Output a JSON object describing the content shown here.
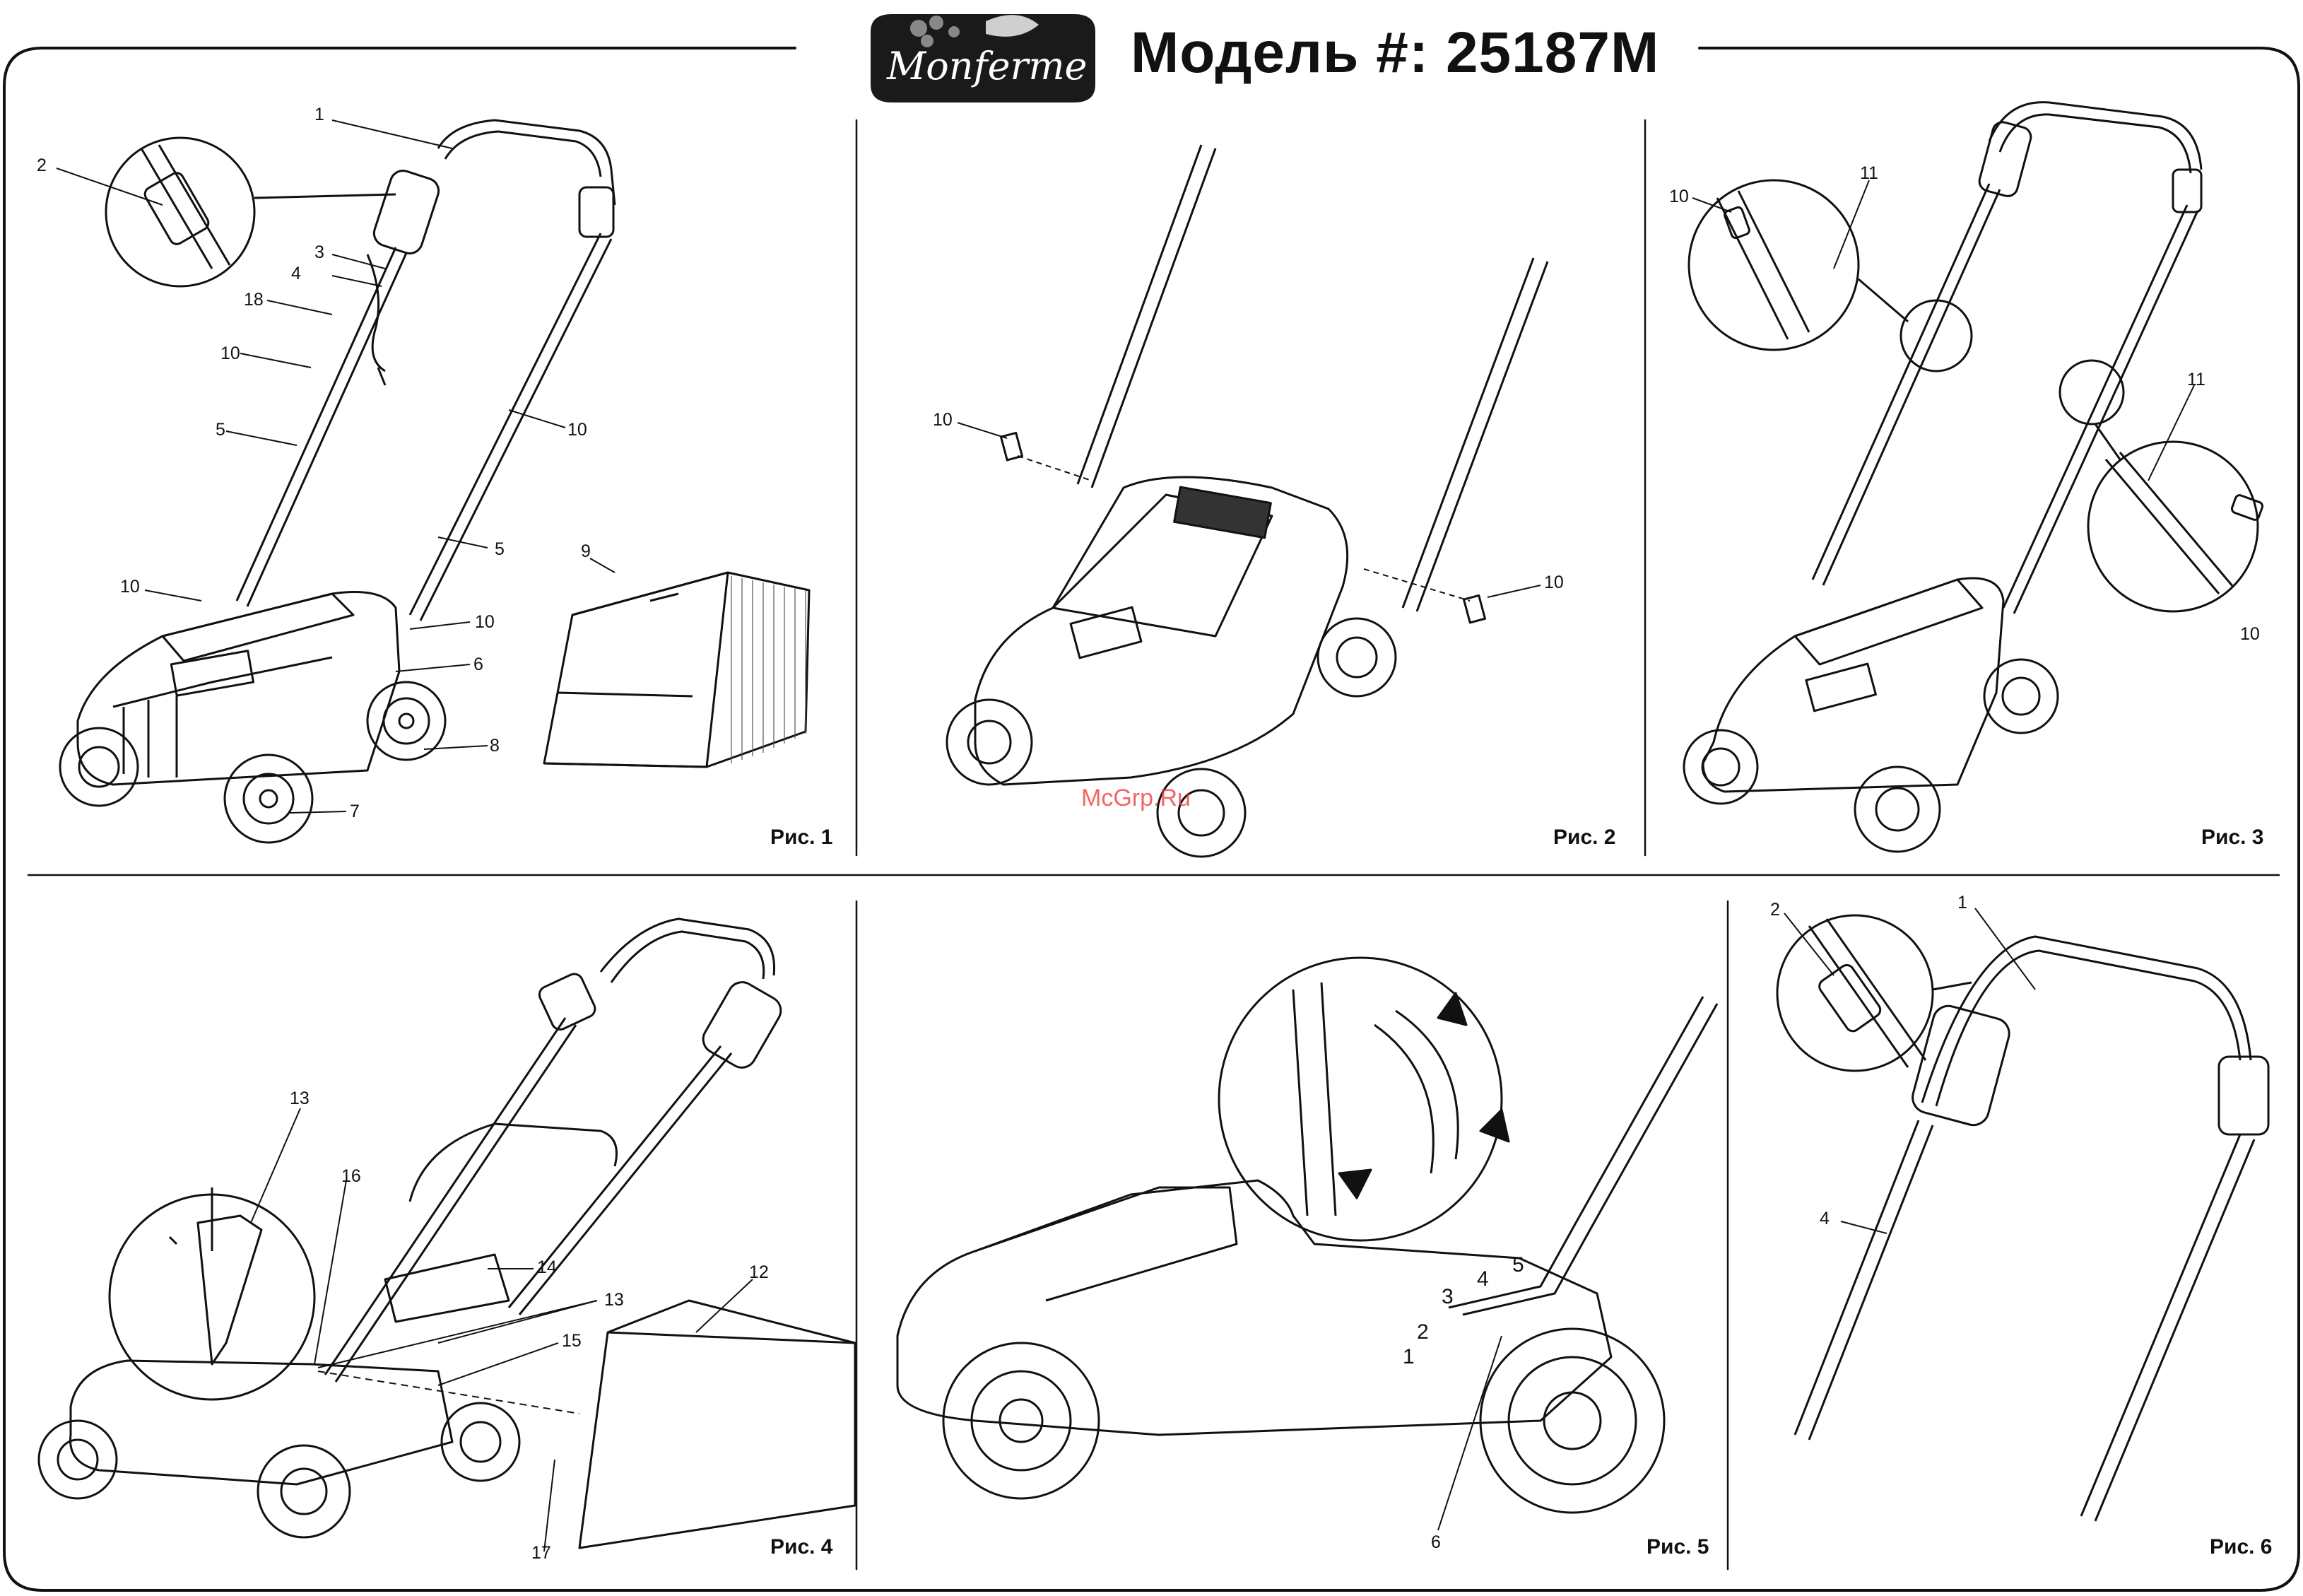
{
  "header": {
    "logo_text": "Monferme",
    "title": "Модель #: 25187M"
  },
  "watermark": "McGrp.Ru",
  "panels": [
    {
      "caption": "Рис. 1"
    },
    {
      "caption": "Рис. 2"
    },
    {
      "caption": "Рис. 3"
    },
    {
      "caption": "Рис. 4"
    },
    {
      "caption": "Рис. 5"
    },
    {
      "caption": "Рис. 6"
    }
  ],
  "fig1_callouts": [
    "1",
    "2",
    "3",
    "4",
    "18",
    "10",
    "5",
    "10",
    "5",
    "9",
    "10",
    "10",
    "6",
    "8",
    "7"
  ],
  "fig2_callouts": [
    "10",
    "10"
  ],
  "fig3_callouts": [
    "10",
    "11",
    "11",
    "10"
  ],
  "fig4_callouts": [
    "13",
    "16",
    "14",
    "13",
    "15",
    "12",
    "17"
  ],
  "fig5_callouts": [
    "6"
  ],
  "fig5_height_marks": [
    "1",
    "2",
    "3",
    "4",
    "5"
  ],
  "fig6_callouts": [
    "2",
    "1",
    "4"
  ],
  "colors": {
    "ink": "#111111",
    "logo_bg": "#1a1a1a",
    "watermark": "#e33333"
  }
}
